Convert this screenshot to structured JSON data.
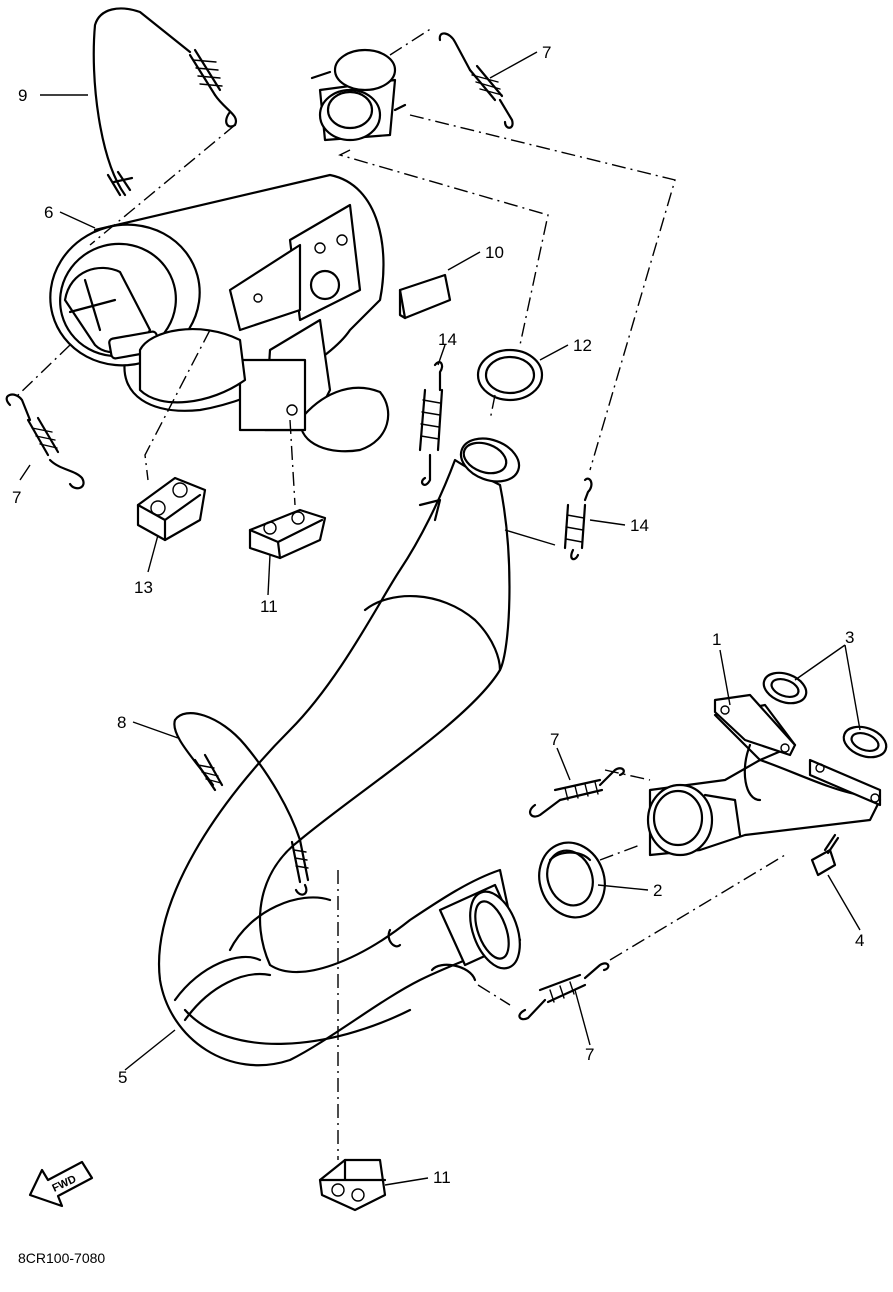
{
  "diagram": {
    "drawing_code": "8CR100-7080",
    "fwd_label": "FWD",
    "callouts": [
      {
        "id": "c1",
        "label": "1"
      },
      {
        "id": "c2",
        "label": "2"
      },
      {
        "id": "c3",
        "label": "3"
      },
      {
        "id": "c4",
        "label": "4"
      },
      {
        "id": "c5",
        "label": "5"
      },
      {
        "id": "c6",
        "label": "6"
      },
      {
        "id": "c7a",
        "label": "7"
      },
      {
        "id": "c7b",
        "label": "7"
      },
      {
        "id": "c7c",
        "label": "7"
      },
      {
        "id": "c7d",
        "label": "7"
      },
      {
        "id": "c8",
        "label": "8"
      },
      {
        "id": "c9",
        "label": "9"
      },
      {
        "id": "c10",
        "label": "10"
      },
      {
        "id": "c11a",
        "label": "11"
      },
      {
        "id": "c11b",
        "label": "11"
      },
      {
        "id": "c12",
        "label": "12"
      },
      {
        "id": "c13",
        "label": "13"
      },
      {
        "id": "c14a",
        "label": "14"
      },
      {
        "id": "c14b",
        "label": "14"
      }
    ]
  }
}
